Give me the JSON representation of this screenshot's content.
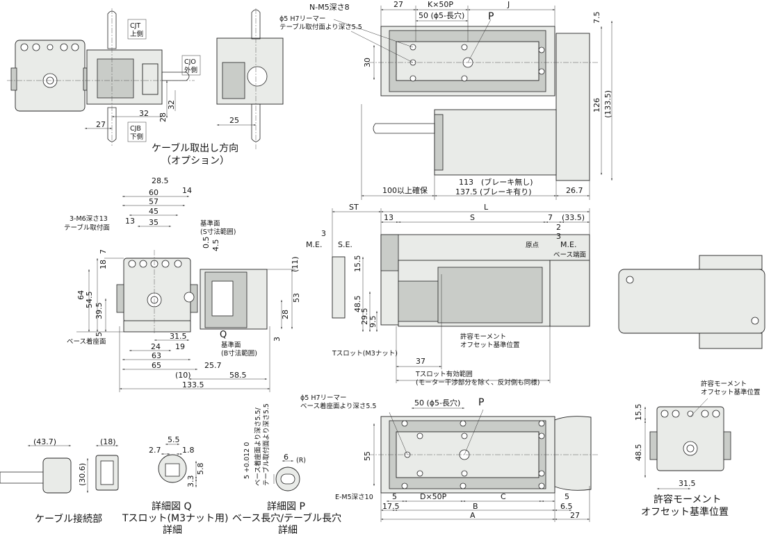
{
  "top_left": {
    "labels": {
      "cjt": "CJT\n上側",
      "cjo": "CJO\n外側",
      "cjb": "CJB\n下側"
    },
    "dims": {
      "d27": "27",
      "d32a": "32",
      "d28": "28",
      "d32b": "32",
      "d25": "25"
    },
    "caption": "ケーブル取出し方向\n（オプション）"
  },
  "top_right": {
    "note_tap": "N-M5深さ8",
    "note_ream": "ϕ5 H7リーマー\nテーブル取付面より深さ5.5",
    "dims": {
      "d27": "27",
      "kx50p": "K×50P",
      "j": "J",
      "slot": "50 (ϕ5-長穴)",
      "p": "P",
      "d30": "30",
      "d7_5": "7.5",
      "d126": "126",
      "d133_5": "(133.5)",
      "clear": "100以上確保",
      "brake": "113　(ブレーキ無し)\n137.5 (ブレーキ有り)",
      "d26_7": "26.7"
    }
  },
  "middle_left": {
    "notes": {
      "m6": "3-M6深さ13\nテーブル取付面",
      "ref_s": "基準面\n(S寸法範囲)",
      "base": "ベース着座面",
      "q": "Q",
      "ref_b": "基準面\n(B寸法範囲)"
    },
    "dims": {
      "d28_5": "28.5",
      "d14": "14",
      "d60": "60",
      "d57": "57",
      "d45": "45",
      "d35": "35",
      "d13": "13",
      "d7": "7",
      "d18": "18",
      "d0_5": "0.5",
      "d4_5": "4.5",
      "d11": "(11)",
      "d64": "64",
      "d54_5": "54.5",
      "d39_5": "39.5",
      "d5": "5",
      "d53": "53",
      "d28": "28",
      "d3": "3",
      "d31_5": "31.5",
      "d24": "24",
      "d19": "19",
      "d63": "63",
      "d65": "65",
      "d25_7": "25.7",
      "d10": "(10)",
      "d58_5": "58.5",
      "d133_5": "133.5"
    }
  },
  "middle_center": {
    "dims": {
      "st": "ST",
      "l": "L",
      "d13": "13",
      "s": "S",
      "d7": "7",
      "d33_5": "(33.5)",
      "d3a": "3",
      "d2": "2",
      "d3b": "3",
      "me1": "M.E.",
      "se": "S.E.",
      "me2": "M.E.",
      "origin": "原点",
      "base_end": "ベース端面",
      "d15_5": "15.5",
      "d48_5": "48.5",
      "d29_5": "29.5",
      "d9_5": "9.5",
      "tslot": "Tスロット(M3ナット)",
      "d37": "37",
      "moment": "許容モーメント\nオフセット基準位置",
      "tslot_range": "Tスロット有効範囲\n(モーター干渉部分を除く、反対側も同様)"
    }
  },
  "bottom_left": {
    "cable": {
      "d43_7": "(43.7)",
      "d18": "(18)",
      "d30_6": "(30.6)",
      "caption": "ケーブル接続部"
    },
    "detail_q": {
      "d5_5": "5.5",
      "d2_7": "2.7",
      "d1_8": "1.8",
      "d5_8": "5.8",
      "d3_3": "3.3",
      "caption": "詳細図 Q\nTスロット(M3ナット用)\n詳細"
    },
    "detail_p": {
      "tol": "5 +0.012 0",
      "depth_note": "ベース着座面より深さ5.5/\nテーブル取付面より深さ5.5",
      "d6": "6",
      "r": "(R)",
      "caption": "詳細図 P\nベース長穴/テーブル長穴\n詳細"
    }
  },
  "bottom_center": {
    "note_ream": "ϕ5 H7リーマー\nベース着座面より深さ5.5",
    "dims": {
      "slot": "50 (ϕ5-長穴)",
      "p": "P",
      "d55": "55",
      "tap": "E-M5深さ10",
      "d5a": "5",
      "dx50p": "D×50P",
      "c": "C",
      "d5b": "5",
      "d17_5": "17.5",
      "b": "B",
      "d6_5": "6.5",
      "a": "A",
      "d27": "27"
    }
  },
  "bottom_right": {
    "note": "許容モーメント\nオフセット基準位置",
    "dims": {
      "d15_5": "15.5",
      "d48_5": "48.5",
      "d31_5": "31.5"
    },
    "caption": "許容モーメント\nオフセット基準位置"
  }
}
